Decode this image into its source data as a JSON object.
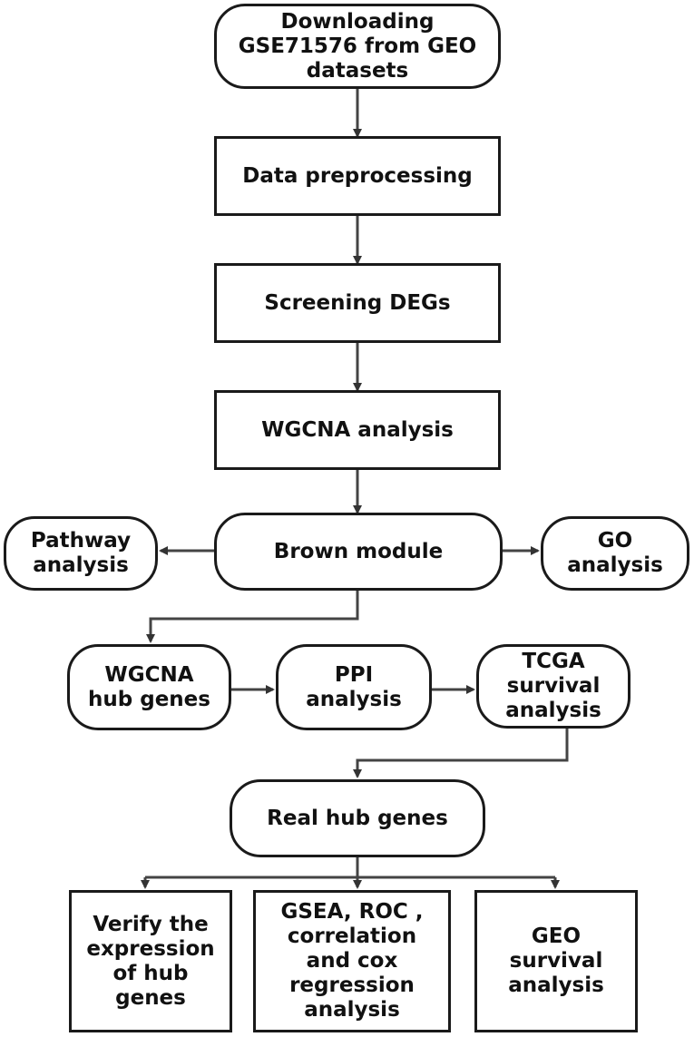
{
  "diagram": {
    "nodes": [
      {
        "id": "download",
        "label": "Downloading\nGSE71576 from GEO\ndatasets"
      },
      {
        "id": "preprocess",
        "label": "Data preprocessing"
      },
      {
        "id": "degs",
        "label": "Screening DEGs"
      },
      {
        "id": "wgcna",
        "label": "WGCNA analysis"
      },
      {
        "id": "pathway",
        "label": "Pathway\nanalysis"
      },
      {
        "id": "brown",
        "label": "Brown module"
      },
      {
        "id": "go",
        "label": "GO\nanalysis"
      },
      {
        "id": "hubgenes",
        "label": "WGCNA\nhub genes"
      },
      {
        "id": "ppi",
        "label": "PPI\nanalysis"
      },
      {
        "id": "tcga",
        "label": "TCGA\nsurvival\nanalysis"
      },
      {
        "id": "realhub",
        "label": "Real hub genes"
      },
      {
        "id": "verify",
        "label": "Verify the\nexpression\nof hub\ngenes"
      },
      {
        "id": "gsea",
        "label": "GSEA, ROC ,\ncorrelation\nand cox\nregression\nanalysis"
      },
      {
        "id": "geosurv",
        "label": "GEO\nsurvival\nanalysis"
      }
    ],
    "edges": [
      {
        "from": "download",
        "to": "preprocess"
      },
      {
        "from": "preprocess",
        "to": "degs"
      },
      {
        "from": "degs",
        "to": "wgcna"
      },
      {
        "from": "wgcna",
        "to": "brown"
      },
      {
        "from": "brown",
        "to": "pathway"
      },
      {
        "from": "brown",
        "to": "go"
      },
      {
        "from": "brown",
        "to": "hubgenes"
      },
      {
        "from": "hubgenes",
        "to": "ppi"
      },
      {
        "from": "ppi",
        "to": "tcga"
      },
      {
        "from": "tcga",
        "to": "realhub"
      },
      {
        "from": "realhub",
        "to": "verify"
      },
      {
        "from": "realhub",
        "to": "gsea"
      },
      {
        "from": "realhub",
        "to": "geosurv"
      }
    ]
  }
}
